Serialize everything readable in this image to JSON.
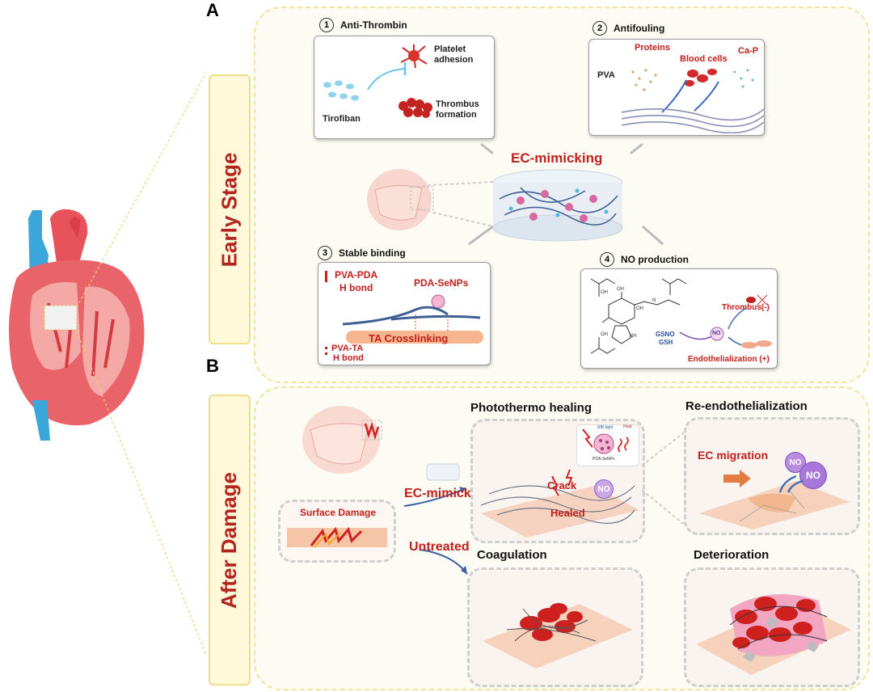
{
  "panel_a": {
    "letter": "A",
    "stage_label": "Early Stage",
    "center_label": "EC-mimicking",
    "card1": {
      "number": "1",
      "title": "Anti-Thrombin",
      "drug": "Tirofiban",
      "target1": "Platelet adhesion",
      "target2": "Thrombus formation"
    },
    "card2": {
      "number": "2",
      "title": "Antifouling",
      "polymer": "PVA",
      "item1": "Proteins",
      "item2": "Blood cells",
      "item3": "Ca-P"
    },
    "card3": {
      "number": "3",
      "title": "Stable binding",
      "bond1a": "PVA-PDA",
      "bond1b": "H bond",
      "np": "PDA-SeNPs",
      "crosslink": "TA Crosslinking",
      "bond2a": "PVA-TA",
      "bond2b": "H bond"
    },
    "card4": {
      "number": "4",
      "title": "NO production",
      "thrombus": "Thrombus(-)",
      "endo": "Endothelialization (+)",
      "gsno": "GSNO",
      "gsh": "GSH",
      "no": "NO"
    }
  },
  "panel_b": {
    "letter": "B",
    "stage_label": "After Damage",
    "surface_damage": "Surface Damage",
    "ec_mimicking": "EC-mimicking",
    "untreated": "Untreated",
    "photothermo": {
      "title": "Photothermo healing",
      "crack": "Crack",
      "healed": "Healed",
      "nir": "NIR light",
      "heat": "Heat",
      "np": "PDA-SeNPs",
      "no": "NO"
    },
    "reendo": {
      "title": "Re-endothelialization",
      "migration": "EC migration",
      "no1": "NO",
      "no2": "NO"
    },
    "coagulation": {
      "title": "Coagulation"
    },
    "deterioration": {
      "title": "Deterioration"
    }
  },
  "colors": {
    "accent_red": "#c0201d",
    "frame_yellow": "#f1de8a",
    "vessel_blue": "#33a0d6"
  }
}
